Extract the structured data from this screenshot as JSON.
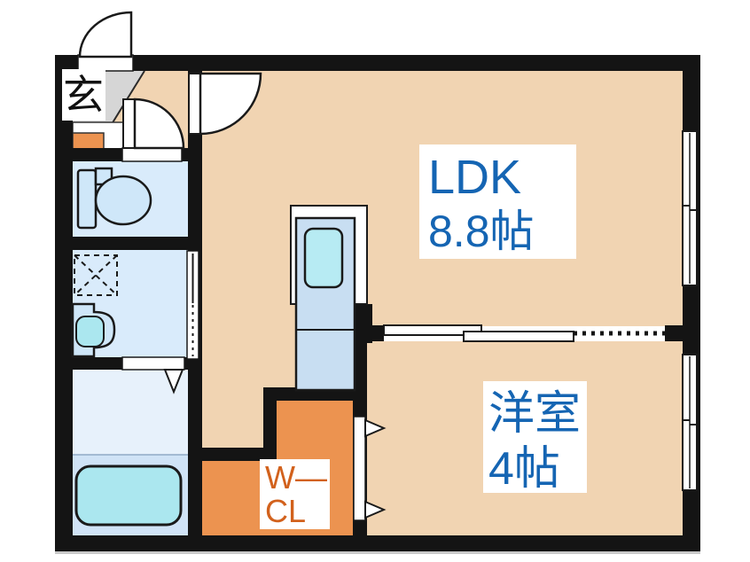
{
  "floorplan": {
    "labels": {
      "entrance": "玄",
      "ldk_name": "LDK",
      "ldk_size": "8.8帖",
      "western_room_name": "洋室",
      "western_room_size": "4帖",
      "closet_line1": "W—",
      "closet_line2": "CL"
    },
    "colors": {
      "wall": "#141414",
      "floor": "#f1d4b2",
      "closet_orange": "#ec9350",
      "wet_room_blue": "#d9ebfb",
      "bath_upper_blue": "#e7f1fb",
      "bath_lower_blue": "#d0e3f6",
      "bathtub_cyan": "#abe7ef",
      "kitchen_counter_blue": "#c8def2",
      "kitchen_sink_cyan": "#b7ebf3",
      "fixture_blue": "#cfe7f9",
      "tataki_gray": "#d6d6d6",
      "label_blue": "#1565b3",
      "label_orange": "#d2611c",
      "white": "#ffffff"
    }
  }
}
